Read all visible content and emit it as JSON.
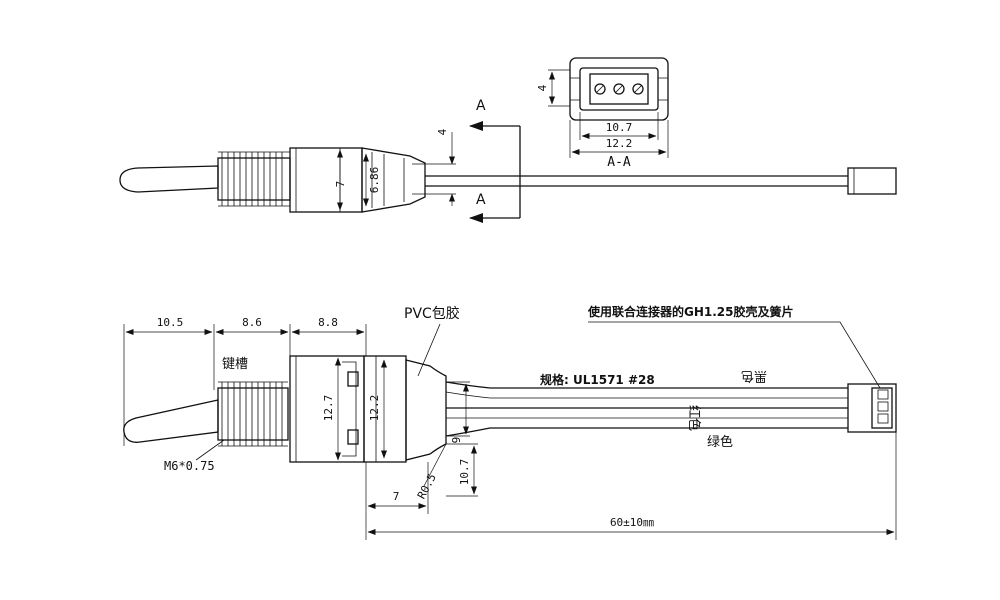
{
  "top_view": {
    "section_mark": "A",
    "section_mark_bottom": "A",
    "dim_clip_gap": "4",
    "dim_body_height": "7",
    "dim_taper_height": "6.86"
  },
  "section_view": {
    "dim_height": "4",
    "dim_inner_width": "10.7",
    "dim_outer_width": "12.2",
    "title": "A-A"
  },
  "bottom_view": {
    "dim_thread_len": "10.5",
    "dim_body1_len": "8.6",
    "dim_body2_len": "8.8",
    "label_keyway": "键槽",
    "label_pvc": "PVC包胶",
    "label_connector": "使用联合连接器的GH1.25胶壳及簧片",
    "label_spec": "规格: UL1571 #28",
    "label_black": "黑色",
    "label_red": "红色",
    "label_green": "绿色",
    "label_thread": "M6*0.75",
    "dim_body_height": "12.7",
    "dim_collar_height": "12.2",
    "dim_wire_spread": "9",
    "dim_radius": "R0.5",
    "dim_end_height": "10.7",
    "dim_boot_len": "7",
    "dim_cable_len": "60±10㎜"
  }
}
